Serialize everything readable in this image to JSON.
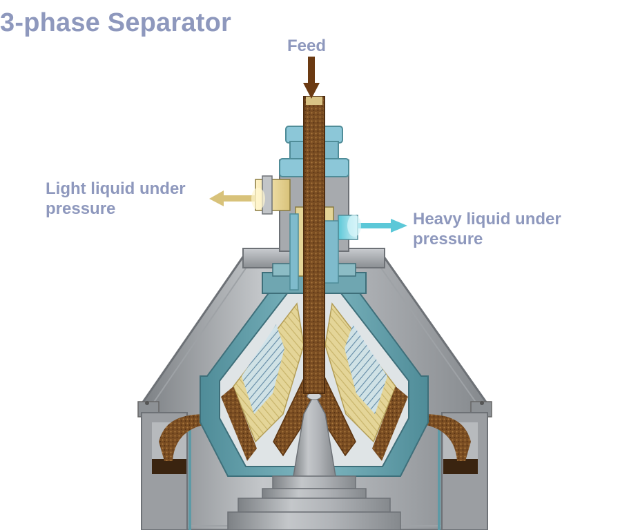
{
  "title": "3-phase Separator",
  "labels": {
    "feed": "Feed",
    "light_line1": "Light liquid under",
    "light_line2": "pressure",
    "heavy_line1": "Heavy liquid under",
    "heavy_line2": "pressure"
  },
  "colors": {
    "title_text": "#8e98bd",
    "feed_arrow": "#6b3a12",
    "light_liquid": "#d8c27a",
    "heavy_liquid": "#5cc8d8",
    "housing_steel": "#a3a6aa",
    "bowl_teal": "#5d9aa6",
    "sediment": "#8a5a2a"
  },
  "icons": {
    "feed_arrow": "down-arrow-icon",
    "light_arrow": "left-arrow-icon",
    "heavy_arrow": "right-arrow-icon"
  }
}
